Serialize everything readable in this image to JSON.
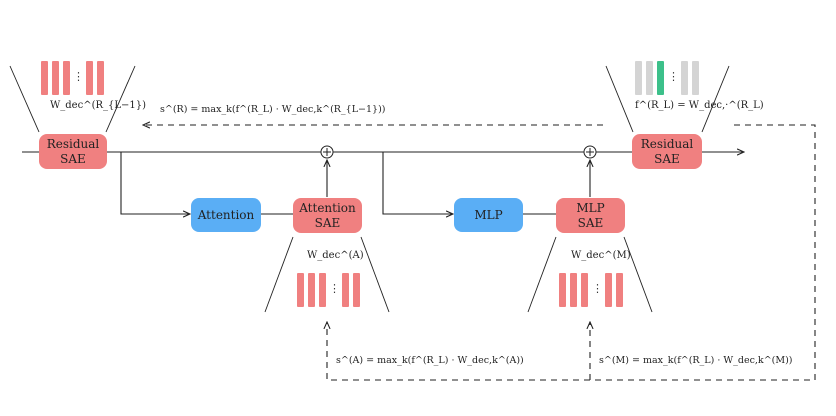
{
  "colors": {
    "sae": "#f08080",
    "module": "#5aaef5",
    "inactive_feature": "#d4d4d4",
    "active_feature": "#3cc08a",
    "line": "#222222"
  },
  "boxes": {
    "residual_sae_in": "Residual\nSAE",
    "attention": "Attention",
    "attention_sae": "Attention\nSAE",
    "mlp": "MLP",
    "mlp_sae": "MLP\nSAE",
    "residual_sae_out": "Residual\nSAE"
  },
  "adders": {
    "symbol": "+"
  },
  "decoder_labels": {
    "residual_in": "W_dec^(R_{L−1})",
    "attention": "W_dec^(A)",
    "mlp": "W_dec^(M)",
    "residual_out": "f^(R_L) = W_dec,·^(R_L)"
  },
  "formulas": {
    "residual": "s^(R) = max_k(f^(R_L) · W_dec,k^(R_{L−1}))",
    "attention": "s^(A) = max_k(f^(R_L) · W_dec,k^(A))",
    "mlp": "s^(M) = max_k(f^(R_L) · W_dec,k^(M))"
  },
  "features": {
    "ellipsis": "⋮"
  }
}
